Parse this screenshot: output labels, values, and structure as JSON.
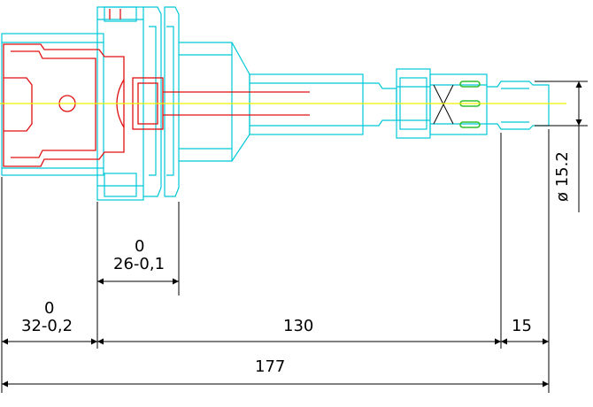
{
  "colors": {
    "background": "#ffffff",
    "outline": "#00c8d8",
    "insert": "#e01010",
    "centerline": "#f0f000",
    "dimension": "#000000",
    "marker": "#30c030"
  },
  "dimensions": {
    "flange_width": {
      "nominal": "26-0,1",
      "tolerance_upper": "0"
    },
    "shank_length": {
      "nominal": "32-0,2",
      "tolerance_upper": "0"
    },
    "tool_length": "130",
    "tip_length": "15",
    "overall_length": "177",
    "tip_diameter": "ø 15.2"
  }
}
